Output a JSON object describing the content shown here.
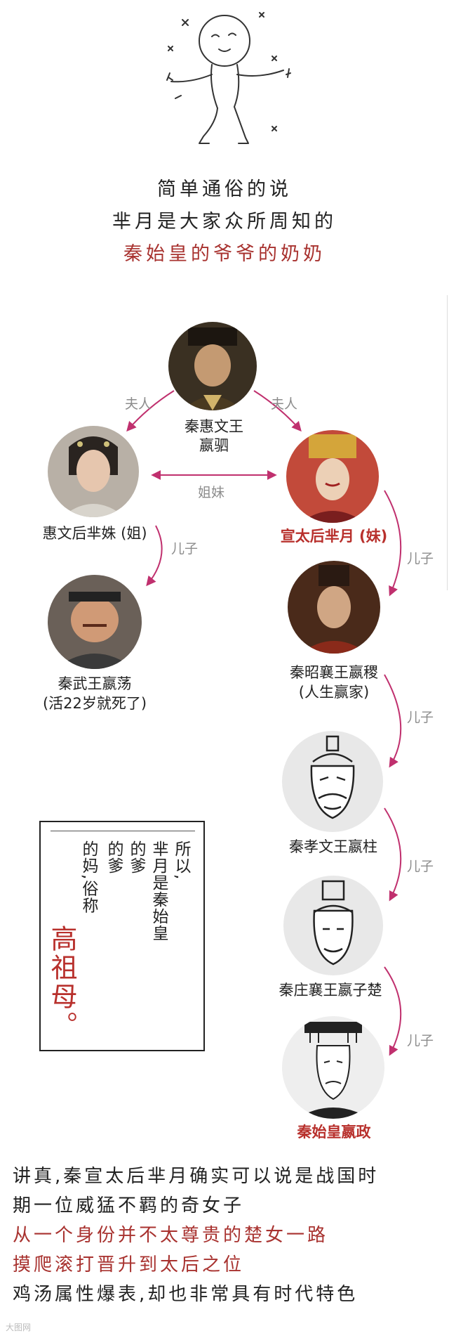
{
  "intro": {
    "line1": "简单通俗的说",
    "line2": "芈月是大家众所周知的",
    "line3": "秦始皇的爷爷的奶奶"
  },
  "tree": {
    "king": {
      "line1": "秦惠文王",
      "line2": "嬴驷"
    },
    "sister_left": {
      "line1": "惠文后芈姝 (姐)"
    },
    "mi_yue": {
      "line1": "宣太后芈月 (妹)"
    },
    "wu_wang": {
      "line1": "秦武王嬴荡",
      "line2": "(活22岁就死了)"
    },
    "zhao_xiang": {
      "line1": "秦昭襄王嬴稷",
      "line2": "(人生赢家)"
    },
    "xiao_wen": {
      "line1": "秦孝文王嬴柱"
    },
    "zhuang_xiang": {
      "line1": "秦庄襄王嬴子楚"
    },
    "shi_huang": {
      "line1": "秦始皇嬴政"
    },
    "labels": {
      "wife_left": "夫人",
      "wife_right": "夫人",
      "sisters": "姐妹",
      "son_left": "儿子",
      "son_right_1": "儿子",
      "son_right_2": "儿子",
      "son_right_3": "儿子",
      "son_right_4": "儿子"
    }
  },
  "box": {
    "col1": "所以,",
    "col2": "芈月是秦始皇",
    "col3": "的爹",
    "col4": "的爹",
    "col5": "的妈,俗称",
    "highlight": "高祖母。"
  },
  "outro": {
    "line1": "讲真,秦宣太后芈月确实可以说是战国时",
    "line2": "期一位威猛不羁的奇女子",
    "line3": "从一个身份并不太尊贵的楚女一路",
    "line4": "摸爬滚打晋升到太后之位",
    "line5": "鸡汤属性爆表,却也非常具有时代特色"
  },
  "watermark": "大图网"
}
